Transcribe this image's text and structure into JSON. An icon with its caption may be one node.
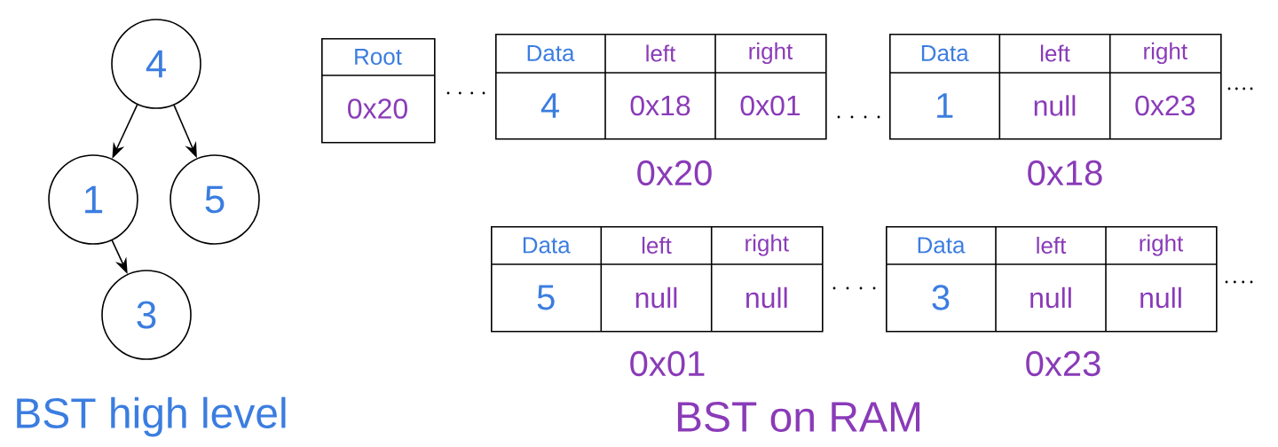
{
  "diagram": {
    "nodes": [
      {
        "text": [
          "4"
        ]
      },
      {
        "text": [
          "1"
        ]
      },
      {
        "text": [
          "5"
        ]
      },
      {
        "text": [
          "3"
        ]
      },
      {
        "text": [
          "Root",
          "0x20"
        ]
      },
      {
        "text": [
          "Data",
          "left",
          "right",
          "4",
          "0x18",
          "0x01"
        ],
        "beside": [
          "0x20"
        ]
      },
      {
        "text": [
          "Data",
          "left",
          "right",
          "1",
          "null",
          "0x23"
        ],
        "beside": [
          "0x18"
        ]
      },
      {
        "text": [
          "Data",
          "left",
          "right",
          "5",
          "null",
          "null"
        ],
        "beside": [
          "0x01"
        ]
      },
      {
        "text": [
          "Data",
          "left",
          "right",
          "3",
          "null",
          "null"
        ],
        "beside": [
          "0x23"
        ]
      }
    ],
    "edges": [
      {
        "from": 0,
        "to": 1,
        "arrow": "to"
      },
      {
        "from": 0,
        "to": 2,
        "arrow": "to"
      },
      {
        "from": 1,
        "to": 3,
        "arrow": "to"
      }
    ],
    "labels": [
      "BST high level",
      "BST on RAM"
    ]
  }
}
